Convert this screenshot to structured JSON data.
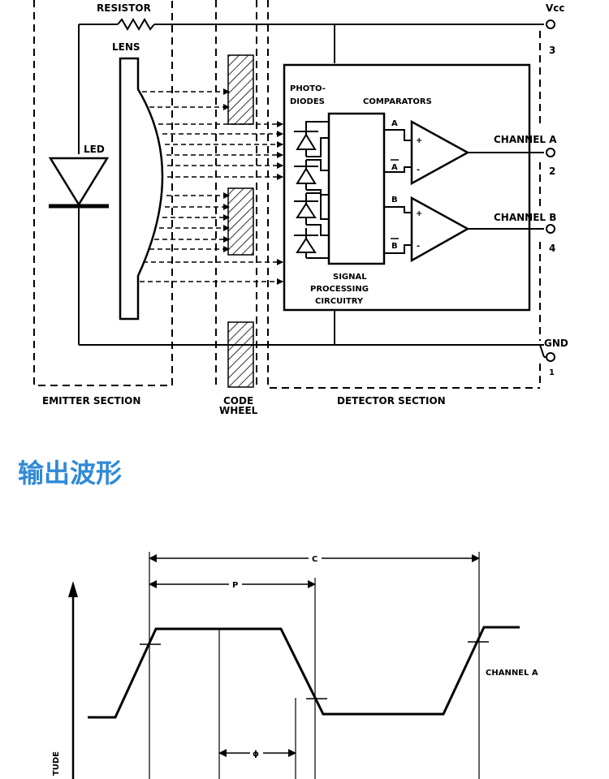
{
  "diagram": {
    "labels": {
      "resistor": "RESISTOR",
      "lens": "LENS",
      "led": "LED",
      "vcc": "Vcc",
      "pin_vcc": "3",
      "photodiodes_1": "PHOTO-",
      "photodiodes_2": "DIODES",
      "comparators": "COMPARATORS",
      "sig_a": "A",
      "sig_a_bar": "A",
      "sig_b": "B",
      "sig_b_bar": "B",
      "plus": "+",
      "minus": "-",
      "channel_a": "CHANNEL A",
      "pin_a": "2",
      "channel_b": "CHANNEL B",
      "pin_b": "4",
      "signal_processing_1": "SIGNAL",
      "signal_processing_2": "PROCESSING",
      "signal_processing_3": "CIRCUITRY",
      "gnd": "GND",
      "pin_gnd": "1",
      "emitter_section": "EMITTER SECTION",
      "code_wheel_1": "CODE",
      "code_wheel_2": "WHEEL",
      "detector_section": "DETECTOR SECTION"
    }
  },
  "section_title": "输出波形",
  "waveform": {
    "labels": {
      "c": "C",
      "p": "P",
      "phi": "ϕ",
      "channel_a": "CHANNEL A",
      "amplitude_partial": "TUDE"
    }
  }
}
